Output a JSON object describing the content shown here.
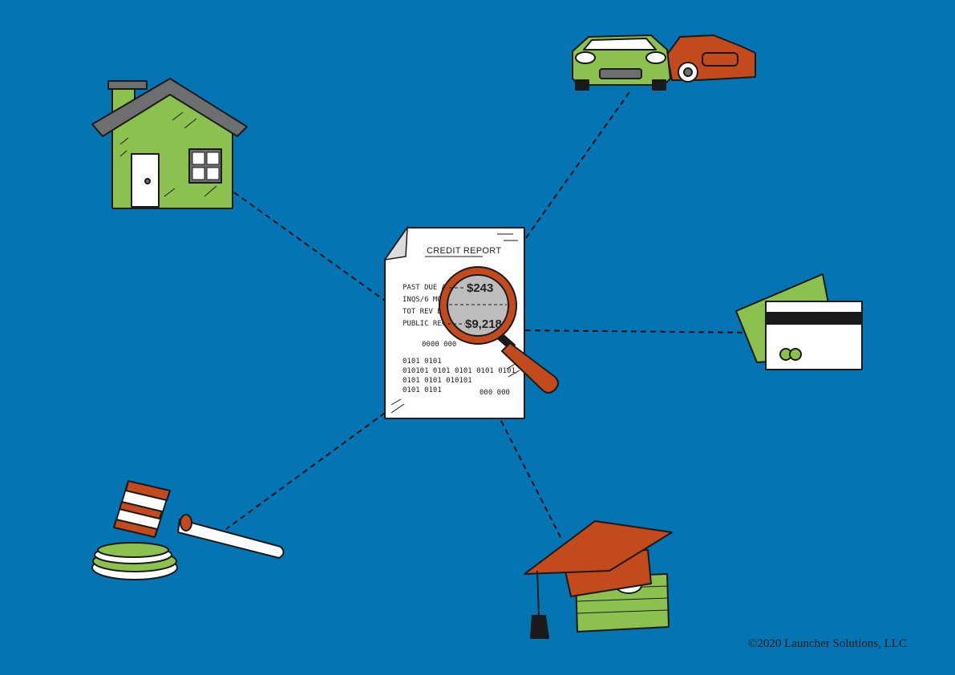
{
  "report": {
    "title": "CREDIT REPORT",
    "rows": [
      "PAST DUE AM",
      "INQS/6 MO",
      "TOT REV B",
      "PUBLIC REC"
    ],
    "magnified_values": [
      "$243",
      "$9,218"
    ],
    "filler": [
      "0000 000",
      "0101 0101",
      "010101 0101 0101 0101 0101",
      "0101 0101 010101",
      "0101 0101",
      "000 000"
    ]
  },
  "footer": {
    "copyright": "©2020 Launcher Solutions, LLC"
  },
  "colors": {
    "background": "#0574b3",
    "green": "#8cc14f",
    "orange": "#c24a1c",
    "paper": "#ffffff",
    "roof": "#6d6e70",
    "outline": "#1a1a1a"
  }
}
